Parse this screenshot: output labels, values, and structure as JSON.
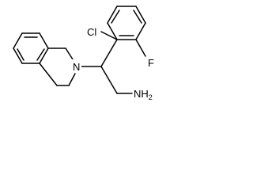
{
  "molecule": {
    "atoms": {
      "cl": "Cl",
      "f": "F",
      "n": "N",
      "nh2_main": "NH",
      "nh2_sub": "2"
    }
  },
  "colors": {
    "bond": "#000000",
    "background": "#ffffff"
  }
}
